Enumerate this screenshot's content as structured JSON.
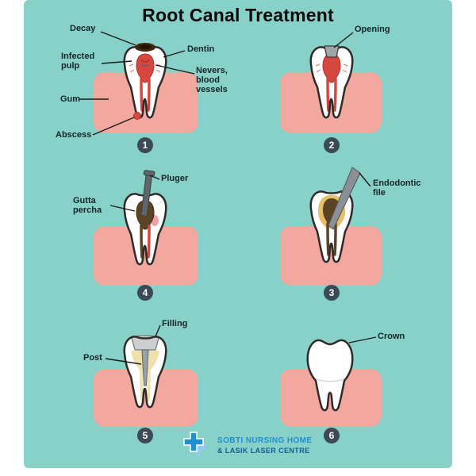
{
  "title": "Root Canal Treatment",
  "colors": {
    "background": "#87D1C8",
    "gum": "#F2A79F",
    "badge": "#3B4A54",
    "pulp_red": "#D5473F",
    "decay_brown": "#40270F",
    "gutta_brown": "#5C4323",
    "metal_gray": "#8A9095",
    "logo_blue": "#1E8FD0"
  },
  "panels": {
    "p1": {
      "number": "1",
      "labels": {
        "decay": "Decay",
        "infected_pulp": "Infected pulp",
        "dentin": "Dentin",
        "nerves": "Nevers, blood vessels",
        "gum": "Gum",
        "abscess": "Abscess"
      }
    },
    "p2": {
      "number": "2",
      "labels": {
        "opening": "Opening"
      }
    },
    "p3": {
      "number": "3",
      "labels": {
        "endodontic_file": "Endodontic file"
      }
    },
    "p4": {
      "number": "4",
      "labels": {
        "pluger": "Pluger",
        "gutta_percha": "Gutta percha"
      }
    },
    "p5": {
      "number": "5",
      "labels": {
        "filling": "Filling",
        "post": "Post"
      }
    },
    "p6": {
      "number": "6",
      "labels": {
        "crown": "Crown"
      }
    }
  },
  "footer": {
    "line1": "SOBTI NURSING HOME",
    "line2": "& LASIK LASER CENTRE"
  }
}
